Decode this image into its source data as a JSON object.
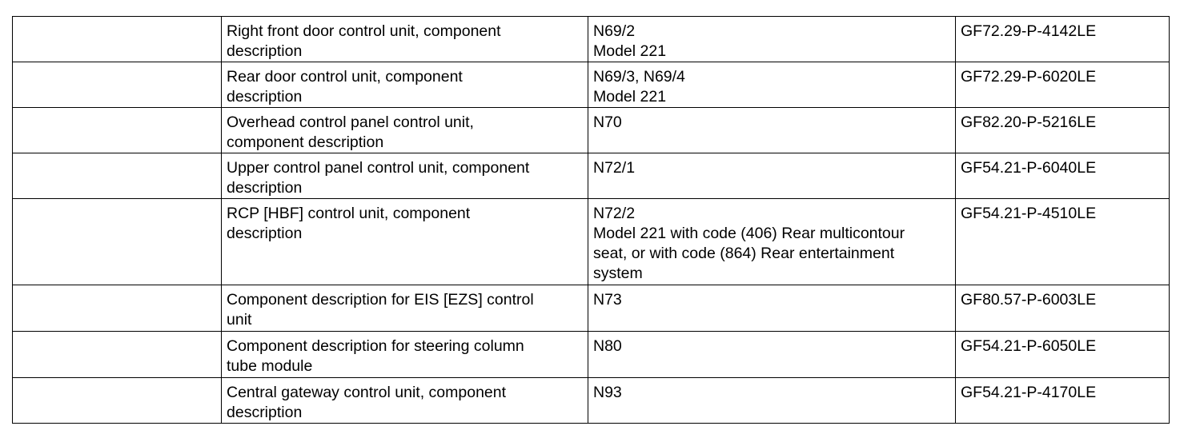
{
  "table": {
    "rows": [
      {
        "col0": "",
        "description": [
          "Right front door control unit, component",
          "description"
        ],
        "designation": [
          "N69/2",
          "Model 221"
        ],
        "document": "GF72.29-P-4142LE",
        "height": 56
      },
      {
        "col0": "",
        "description": [
          "Rear door control unit, component",
          "description"
        ],
        "designation": [
          "N69/3, N69/4",
          "Model 221"
        ],
        "document": "GF72.29-P-6020LE",
        "height": 57
      },
      {
        "col0": "",
        "description": [
          "Overhead control panel control unit,",
          "component description"
        ],
        "designation": [
          "N70"
        ],
        "document": "GF82.20-P-5216LE",
        "height": 57
      },
      {
        "col0": "",
        "description": [
          "Upper control panel control unit, component",
          "description"
        ],
        "designation": [
          "N72/1"
        ],
        "document": "GF54.21-P-6040LE",
        "height": 57
      },
      {
        "col0": "",
        "description": [
          "RCP [HBF] control unit, component",
          "description"
        ],
        "designation": [
          "N72/2",
          "Model 221 with code (406) Rear multicontour",
          "seat, or with code (864) Rear entertainment",
          "system"
        ],
        "document": "GF54.21-P-4510LE",
        "height": 108
      },
      {
        "col0": "",
        "description": [
          "Component description for EIS [EZS] control",
          "unit"
        ],
        "designation": [
          "N73"
        ],
        "document": "GF80.57-P-6003LE",
        "height": 58
      },
      {
        "col0": "",
        "description": [
          "Component description for steering column",
          "tube module"
        ],
        "designation": [
          "N80"
        ],
        "document": "GF54.21-P-6050LE",
        "height": 58
      },
      {
        "col0": "",
        "description": [
          "Central gateway control unit, component",
          "description"
        ],
        "designation": [
          "N93"
        ],
        "document": "GF54.21-P-4170LE",
        "height": 57
      }
    ]
  }
}
